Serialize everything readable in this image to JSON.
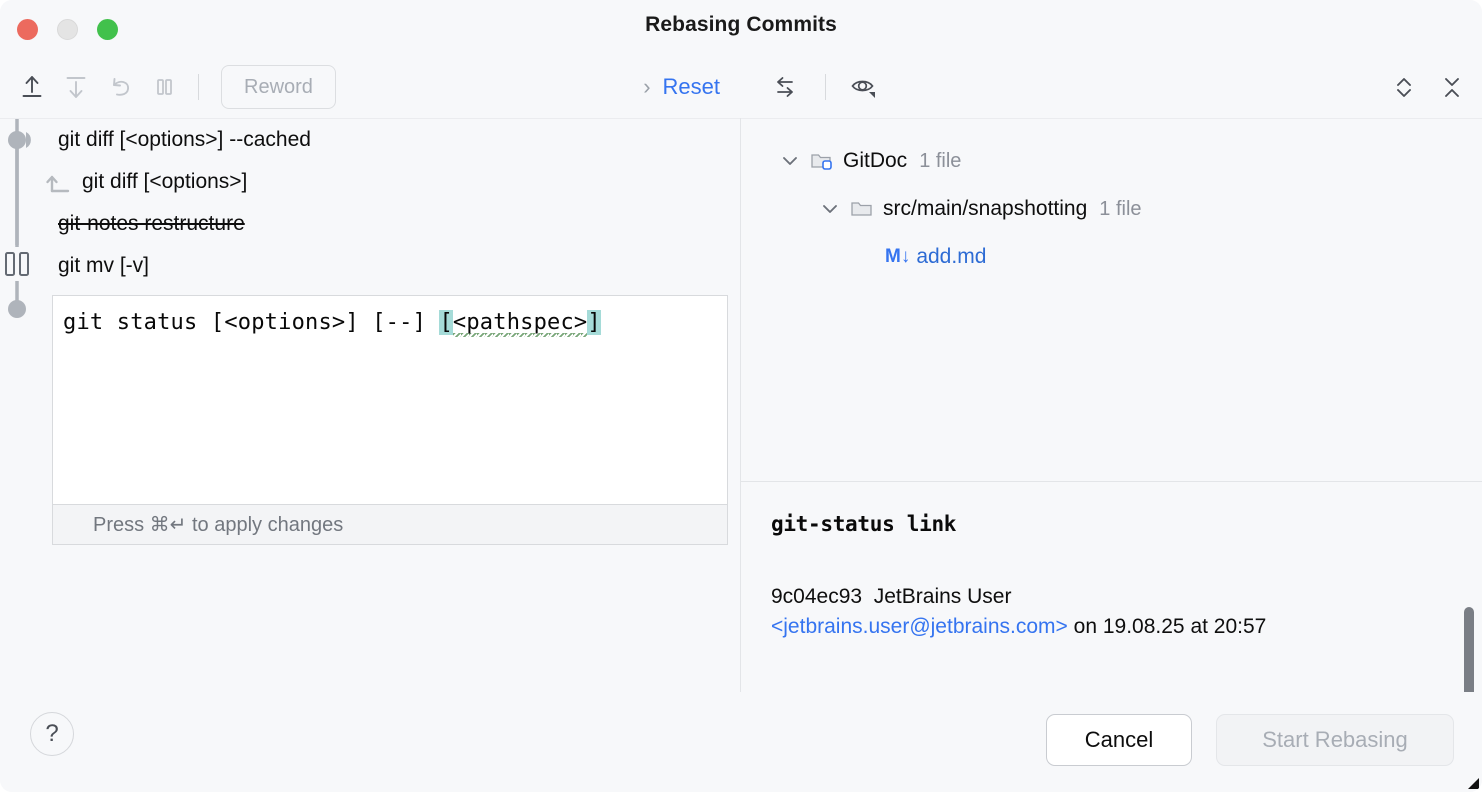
{
  "window": {
    "title": "Rebasing Commits",
    "traffic_lights": [
      "close",
      "minimize",
      "zoom"
    ]
  },
  "left_toolbar": {
    "buttons": [
      {
        "name": "move-up-icon",
        "tooltip": "Move Up",
        "enabled": true
      },
      {
        "name": "move-down-icon",
        "tooltip": "Move Down",
        "enabled": false
      },
      {
        "name": "undo-icon",
        "tooltip": "Undo",
        "enabled": false
      },
      {
        "name": "pause-icon",
        "tooltip": "Stop to Edit",
        "enabled": false
      }
    ],
    "reword_label": "Reword",
    "reset_label": "Reset",
    "reset_chevron": "›"
  },
  "right_toolbar": {
    "buttons": [
      {
        "name": "group-by-icon",
        "tooltip": "Group By"
      },
      {
        "name": "preview-icon",
        "tooltip": "Preview Diff"
      },
      {
        "name": "expand-all-icon",
        "tooltip": "Expand All"
      },
      {
        "name": "collapse-all-icon",
        "tooltip": "Collapse All"
      }
    ]
  },
  "commits": [
    {
      "subject": "git diff [<options>] --cached",
      "dropped": false,
      "fixup": false
    },
    {
      "subject": "git diff [<options>]",
      "dropped": false,
      "fixup": true
    },
    {
      "subject": "git-notes restructure",
      "dropped": true,
      "fixup": false
    },
    {
      "subject": "git mv [-v]",
      "dropped": false,
      "fixup": false
    }
  ],
  "editor": {
    "text_before": "git status [<options>] [--] ",
    "open_brace": "[",
    "highlighted_word": "<pathspec>",
    "close_brace": "]",
    "hint": "Press ⌘↵ to apply changes"
  },
  "file_tree": [
    {
      "label": "GitDoc",
      "count": "1 file",
      "icon": "module-icon",
      "depth": 0,
      "expanded": true
    },
    {
      "label": "src/main/snapshotting",
      "count": "1 file",
      "icon": "folder-icon",
      "depth": 1,
      "expanded": true
    },
    {
      "label": "add.md",
      "count": "",
      "icon": "markdown-icon",
      "depth": 2,
      "expanded": null,
      "badge": "M↓"
    }
  ],
  "commit_details": {
    "subject": "git-status link",
    "hash": "9c04ec93",
    "author": "JetBrains User",
    "email": "<jetbrains.user@jetbrains.com>",
    "date_prefix": "on",
    "date": "19.08.25",
    "time_prefix": "at",
    "time": "20:57"
  },
  "footer": {
    "help_label": "?",
    "cancel_label": "Cancel",
    "start_label": "Start Rebasing"
  },
  "colors": {
    "accent_blue": "#3574F0",
    "link_blue": "#2D6BD4",
    "brace_highlight": "#A5DBD8",
    "background": "#F7F8FA",
    "editor_bg": "#FFFFFF",
    "muted_text": "#8C9099",
    "traffic_red": "#EC6A5E",
    "traffic_yellow": "#E4E4E4",
    "traffic_green": "#42C14C"
  }
}
